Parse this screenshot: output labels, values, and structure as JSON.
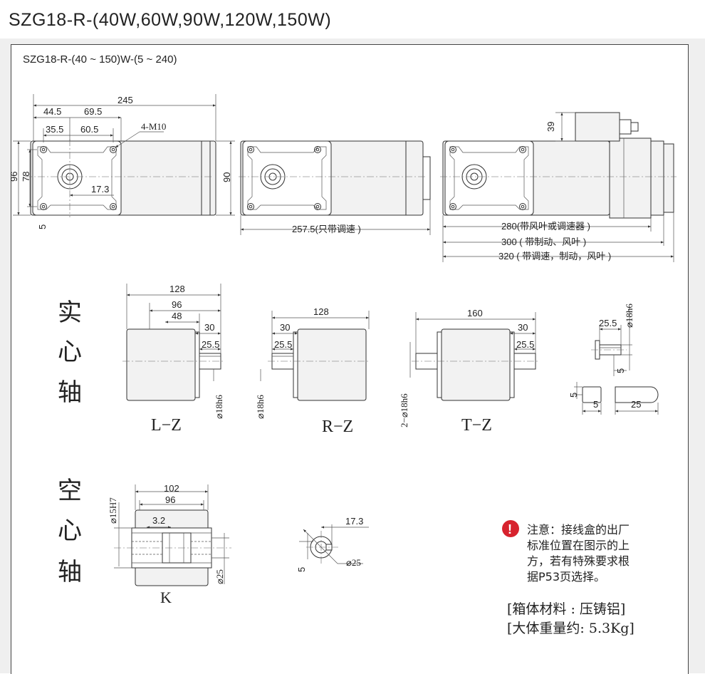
{
  "page_title": "SZG18-R-(40W,60W,90W,120W,150W)",
  "model_label": "SZG18-R-(40 ~ 150)W-(5 ~ 240)",
  "front_view": {
    "dim_total": "245",
    "dim_a": "44.5",
    "dim_b": "69.5",
    "dim_c": "35.5",
    "dim_d": "60.5",
    "holes": "4-M10",
    "dim_h1": "96",
    "dim_h2": "78",
    "dim_offset": "17.3",
    "dim_height": "90",
    "dim_bottom": "5"
  },
  "mid_view": {
    "dim_length": "257.5(只带调速 )"
  },
  "right_view": {
    "dim_box": "39",
    "dim_l1": "280(带风叶或调速器 )",
    "dim_l2": "300 ( 带制动、风叶 )",
    "dim_l3": "320 ( 带调速，制动，风叶 )"
  },
  "solid_shaft": {
    "heading": [
      "实",
      "心",
      "轴"
    ],
    "lz": {
      "d128": "128",
      "d96": "96",
      "d48": "48",
      "d30": "30",
      "d25": "25.5",
      "dia": "⌀18h6",
      "label": "L−Z"
    },
    "rz": {
      "d128": "128",
      "d30": "30",
      "d25": "25.5",
      "dia": "⌀18h6",
      "label": "R−Z"
    },
    "tz": {
      "d160": "160",
      "d30": "30",
      "d25": "25.5",
      "dia": "2−⌀18h6",
      "label": "T−Z"
    },
    "key": {
      "d25_5": "25.5",
      "dia": "⌀18h6",
      "d5a": "5",
      "d5b": "5",
      "d5c": "5",
      "d25": "25"
    }
  },
  "hollow_shaft": {
    "heading": [
      "空",
      "心",
      "轴"
    ],
    "k": {
      "dia15": "⌀15H7",
      "d102": "102",
      "d96": "96",
      "d3_2": "3.2",
      "dia25": "⌀25",
      "label": "K"
    },
    "section": {
      "d17_3": "17.3",
      "dia25": "⌀25",
      "d5": "5"
    }
  },
  "note": {
    "icon": "!",
    "lines": [
      "注意：接线盒的出厂",
      "标准位置在图示的上",
      "方，若有特殊要求根",
      "据P53页选择。"
    ]
  },
  "material": {
    "line1": "[箱体材料  :  压铸铝]",
    "line2": "[大体重量约: 5.3Kg]"
  },
  "colors": {
    "alert": "#d7232e",
    "frame": "#444444",
    "panel": "#efefef"
  }
}
